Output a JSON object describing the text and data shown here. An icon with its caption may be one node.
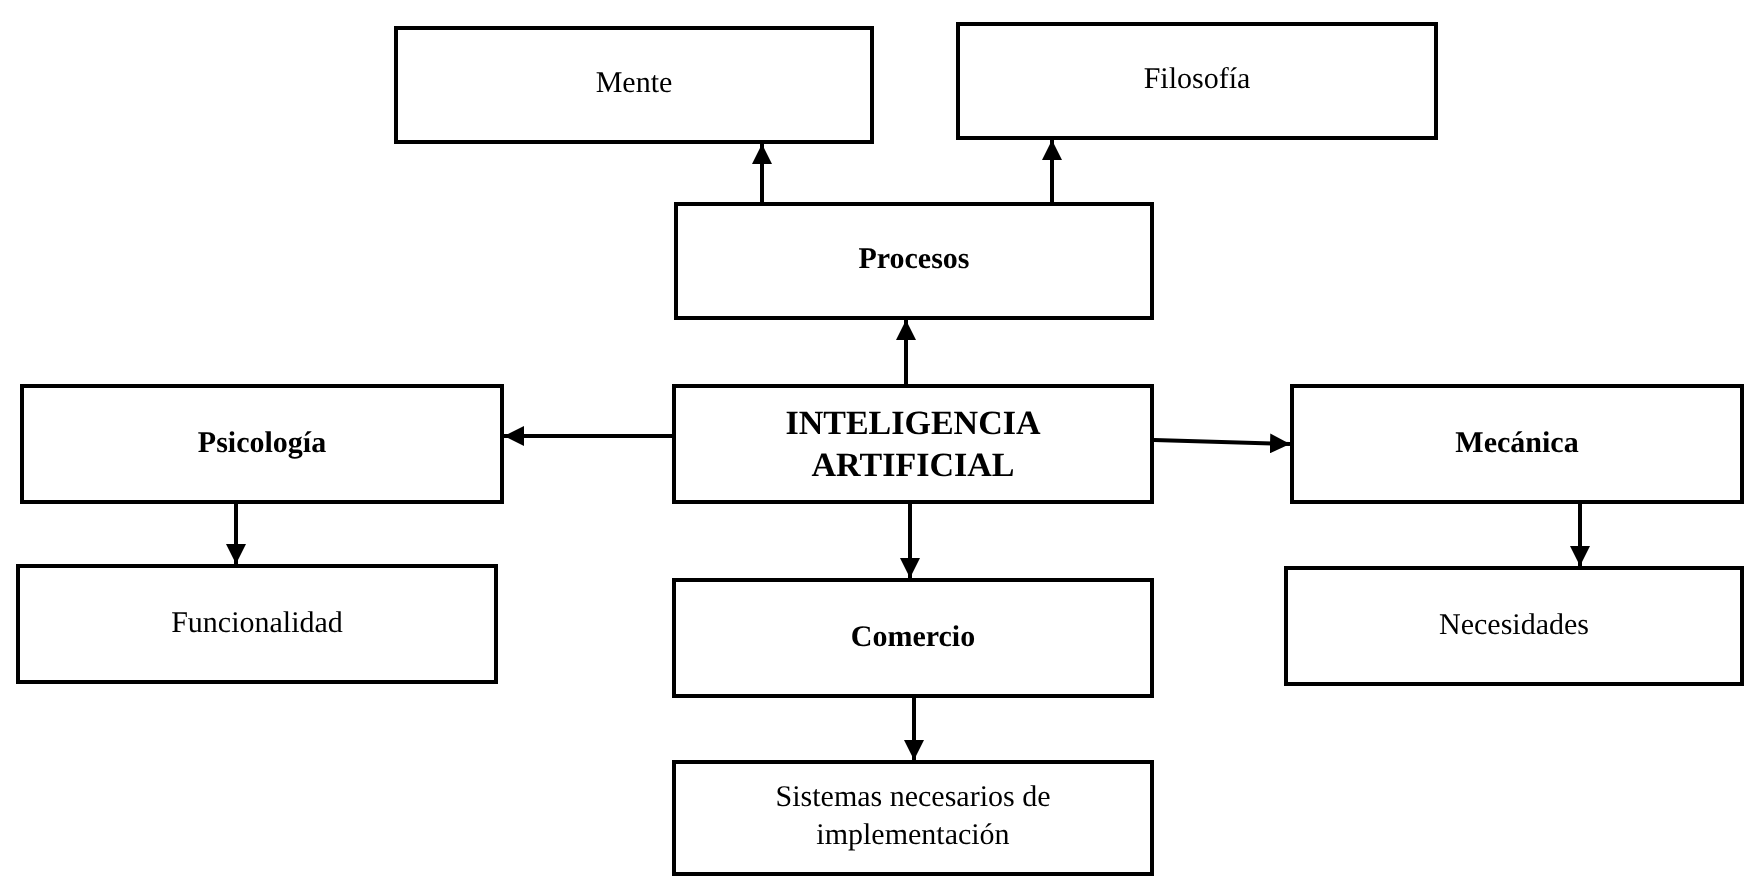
{
  "diagram": {
    "nodes": [
      {
        "text": [
          "Mente"
        ]
      },
      {
        "text": [
          "Filosofía"
        ]
      },
      {
        "text": [
          "Procesos"
        ]
      },
      {
        "text": [
          "INTELIGENCIA ARTIFICIAL"
        ]
      },
      {
        "text": [
          "Psicología"
        ]
      },
      {
        "text": [
          "Mecánica"
        ]
      },
      {
        "text": [
          "Funcionalidad"
        ]
      },
      {
        "text": [
          "Comercio"
        ]
      },
      {
        "text": [
          "Necesidades"
        ]
      },
      {
        "text": [
          "Sistemas necesarios de implementación"
        ]
      }
    ],
    "edges": [
      {
        "from": 2,
        "to": 0,
        "arrow": "to"
      },
      {
        "from": 2,
        "to": 1,
        "arrow": "to"
      },
      {
        "from": 3,
        "to": 2,
        "arrow": "to"
      },
      {
        "from": 3,
        "to": 4,
        "arrow": "to"
      },
      {
        "from": 3,
        "to": 5,
        "arrow": "to"
      },
      {
        "from": 4,
        "to": 6,
        "arrow": "to"
      },
      {
        "from": 3,
        "to": 7,
        "arrow": "to"
      },
      {
        "from": 5,
        "to": 8,
        "arrow": "to"
      },
      {
        "from": 7,
        "to": 9,
        "arrow": "to"
      }
    ]
  }
}
